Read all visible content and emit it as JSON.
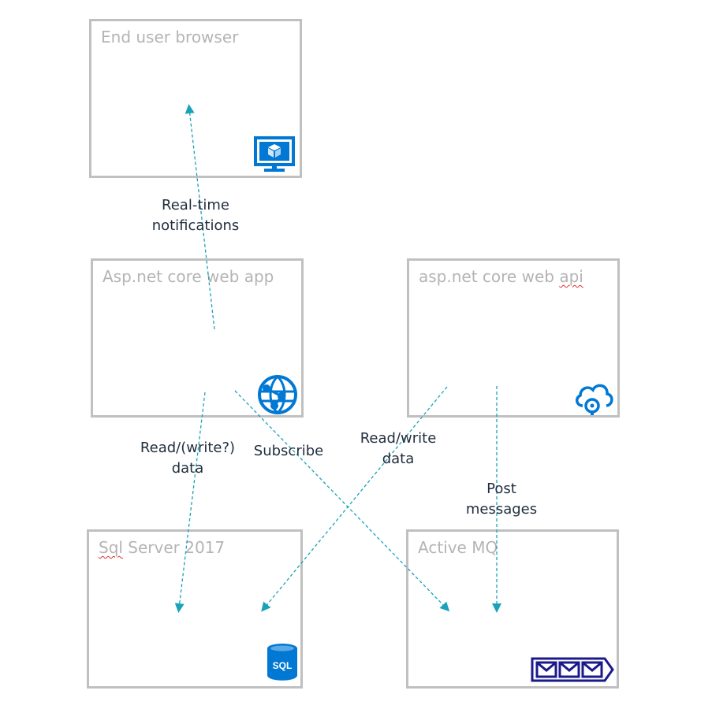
{
  "boxes": {
    "browser": {
      "title": "End user browser",
      "icon": "monitor-icon"
    },
    "webapp": {
      "title": "Asp.net core web app",
      "icon": "web-app-globe-icon"
    },
    "webapi": {
      "title_prefix": "asp.net core web ",
      "title_squiggle": "api",
      "icon": "cloud-api-icon"
    },
    "sql": {
      "title_squiggle": "Sql",
      "title_suffix": " Server 2017",
      "icon": "sql-database-icon",
      "icon_text": "SQL"
    },
    "mq": {
      "title": "Active MQ",
      "icon": "message-queue-icon"
    }
  },
  "labels": {
    "realtime_line1": "Real-time",
    "realtime_line2": "notifications",
    "readwrite_q_line1": "Read/(write?)",
    "readwrite_q_line2": "data",
    "subscribe": "Subscribe",
    "readwrite_line1": "Read/write",
    "readwrite_line2": "data",
    "post_line1": "Post",
    "post_line2": "messages"
  },
  "colors": {
    "box_border": "#c0c0c0",
    "box_title": "#b4b4b4",
    "arrow": "#1aa3b8",
    "icon_blue": "#0078d4",
    "mq_icon": "#1a1a8c"
  }
}
